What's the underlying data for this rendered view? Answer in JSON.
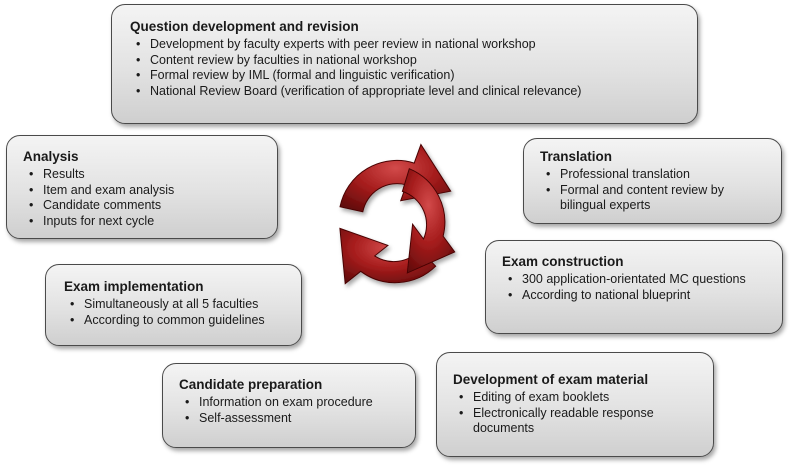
{
  "boxes": {
    "question": {
      "title": "Question development and revision",
      "items": [
        "Development by faculty experts with peer review in national workshop",
        "Content review by faculties in national workshop",
        "Formal review by IML (formal and linguistic verification)",
        "National Review Board (verification of appropriate level and clinical relevance)"
      ]
    },
    "analysis": {
      "title": "Analysis",
      "items": [
        "Results",
        "Item and exam analysis",
        "Candidate comments",
        "Inputs for next cycle"
      ]
    },
    "translation": {
      "title": "Translation",
      "items": [
        "Professional translation",
        "Formal and content review by bilingual experts"
      ]
    },
    "implementation": {
      "title": "Exam implementation",
      "items": [
        "Simultaneously at all 5 faculties",
        "According to common guidelines"
      ]
    },
    "construction": {
      "title": "Exam construction",
      "items": [
        "300 application-orientated MC questions",
        "According to national blueprint"
      ]
    },
    "candidate": {
      "title": "Candidate preparation",
      "items": [
        "Information on exam procedure",
        "Self-assessment"
      ]
    },
    "development": {
      "title": "Development of exam material",
      "items": [
        "Editing of exam booklets",
        "Electronically readable response documents"
      ]
    }
  },
  "colors": {
    "arrow_dark": "#6e0d0d",
    "arrow_mid": "#a51c1c",
    "arrow_light": "#d24a4a",
    "box_border": "#4a4a4a"
  },
  "icons": [
    "cycle-arrows-icon"
  ]
}
